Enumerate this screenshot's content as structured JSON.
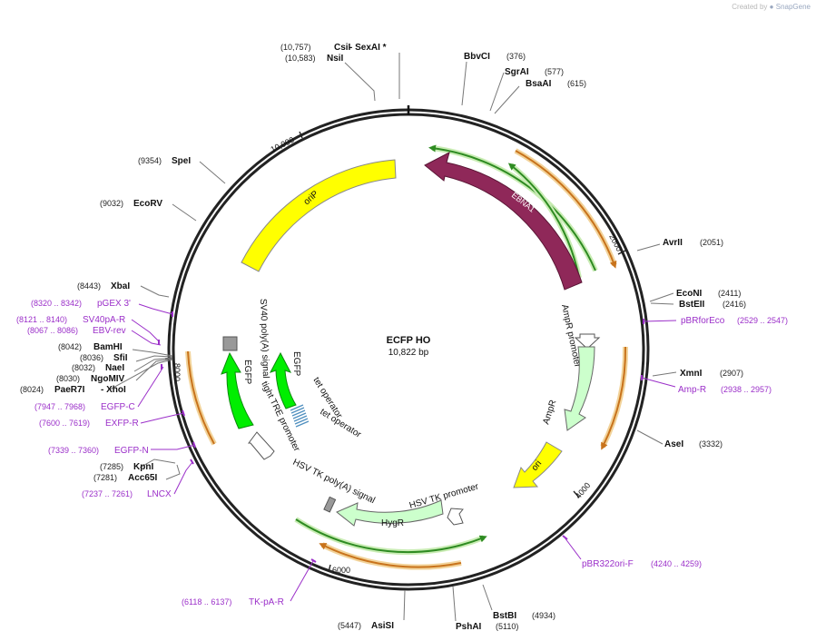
{
  "credit": {
    "prefix": "Created by",
    "brand": "SnapGene"
  },
  "plasmid": {
    "name": "ECFP HO",
    "length": "10,822 bp"
  },
  "ticks": [
    "10,000",
    "2000",
    "4000",
    "6000",
    "8000"
  ],
  "enzymes": [
    {
      "name": "CsiI",
      "pos": "(10,757)"
    },
    {
      "name": "- SexAI *",
      "pos": ""
    },
    {
      "name": "NsiI",
      "pos": "(10,583)"
    },
    {
      "name": "BbvCI",
      "pos": "(376)"
    },
    {
      "name": "SgrAI",
      "pos": "(577)"
    },
    {
      "name": "BsaAI",
      "pos": "(615)"
    },
    {
      "name": "AvrII",
      "pos": "(2051)"
    },
    {
      "name": "EcoNI",
      "pos": "(2411)"
    },
    {
      "name": "BstEII",
      "pos": "(2416)"
    },
    {
      "name": "XmnI",
      "pos": "(2907)"
    },
    {
      "name": "AseI",
      "pos": "(3332)"
    },
    {
      "name": "BstBI",
      "pos": "(4934)"
    },
    {
      "name": "PshAI",
      "pos": "(5110)"
    },
    {
      "name": "AsiSI",
      "pos": "(5447)"
    },
    {
      "name": "SpeI",
      "pos": "(9354)"
    },
    {
      "name": "EcoRV",
      "pos": "(9032)"
    },
    {
      "name": "XbaI",
      "pos": "(8443)"
    },
    {
      "name": "BamHI",
      "pos": "(8042)"
    },
    {
      "name": "SfiI",
      "pos": "(8036)"
    },
    {
      "name": "NaeI",
      "pos": "(8032)"
    },
    {
      "name": "NgoMIV",
      "pos": "(8030)"
    },
    {
      "name": "PaeR7I",
      "pos": "(8024)"
    },
    {
      "name": "- XhoI",
      "pos": ""
    },
    {
      "name": "KpnI",
      "pos": "(7285)"
    },
    {
      "name": "Acc65I",
      "pos": "(7281)"
    }
  ],
  "primers": [
    {
      "name": "pBRforEco",
      "pos": "(2529 .. 2547)"
    },
    {
      "name": "Amp-R",
      "pos": "(2938 .. 2957)"
    },
    {
      "name": "pBR322ori-F",
      "pos": "(4240 .. 4259)"
    },
    {
      "name": "TK-pA-R",
      "pos": "(6118 .. 6137)"
    },
    {
      "name": "pGEX 3'",
      "pos": "(8320 .. 8342)"
    },
    {
      "name": "SV40pA-R",
      "pos": "(8121 .. 8140)"
    },
    {
      "name": "EBV-rev",
      "pos": "(8067 .. 8086)"
    },
    {
      "name": "EGFP-C",
      "pos": "(7947 .. 7968)"
    },
    {
      "name": "EXFP-R",
      "pos": "(7600 .. 7619)"
    },
    {
      "name": "EGFP-N",
      "pos": "(7339 .. 7360)"
    },
    {
      "name": "LNCX",
      "pos": "(7237 .. 7261)"
    }
  ],
  "features": [
    {
      "name": "oriP",
      "color": "#ffff00"
    },
    {
      "name": "EBNA1",
      "color": "#8f2859"
    },
    {
      "name": "AmpR promoter",
      "color": "#ffffff"
    },
    {
      "name": "AmpR",
      "color": "#ccffcc"
    },
    {
      "name": "ori",
      "color": "#ffff00"
    },
    {
      "name": "HSV TK promoter",
      "color": "#ffffff"
    },
    {
      "name": "HygR",
      "color": "#ccffcc"
    },
    {
      "name": "HSV TK poly(A) signal",
      "color": "#999999"
    },
    {
      "name": "SV40 poly(A) signal",
      "color": "#999999"
    },
    {
      "name": "EGFP",
      "color": "#00ee00"
    },
    {
      "name": "EGFP",
      "color": "#00ee00"
    },
    {
      "name": "tet operator",
      "color": "#4f8fbf"
    },
    {
      "name": "tet operator",
      "color": "#4f8fbf"
    },
    {
      "name": "tight TRE promoter",
      "color": "#ffffff"
    }
  ],
  "colors": {
    "orf_green": "#2e8b22",
    "orf_orange": "#c8731c",
    "primer": "#9b2fc9",
    "backbone": "#222222"
  }
}
